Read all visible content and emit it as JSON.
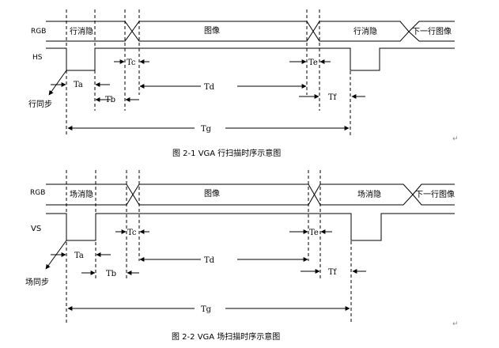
{
  "colors": {
    "line": "#000000",
    "caption_mark": "#888888"
  },
  "paragraph_mark": "↵",
  "diagrams": [
    {
      "caption": "图 2-1 VGA 行扫描时序示意图",
      "rgb_label": "RGB",
      "sync_label": "HS",
      "blank1": "行消隐",
      "active": "图像",
      "blank2": "行消隐",
      "next": "下一行图像",
      "sync_pulse": "行同步",
      "t": {
        "ta": "Ta",
        "tb": "Tb",
        "tc": "Tc",
        "td": "Td",
        "te": "Te",
        "tf": "Tf",
        "tg": "Tg"
      }
    },
    {
      "caption": "图 2-2   VGA 场扫描时序示意图",
      "rgb_label": "RGB",
      "sync_label": "VS",
      "blank1": "场消隐",
      "active": "图像",
      "blank2": "场消隐",
      "next": "下一行图像",
      "sync_pulse": "场同步",
      "t": {
        "ta": "Ta",
        "tb": "Tb",
        "tc": "Tc",
        "td": "Td",
        "te": "Te",
        "tf": "Tf",
        "tg": "Tg"
      }
    }
  ]
}
